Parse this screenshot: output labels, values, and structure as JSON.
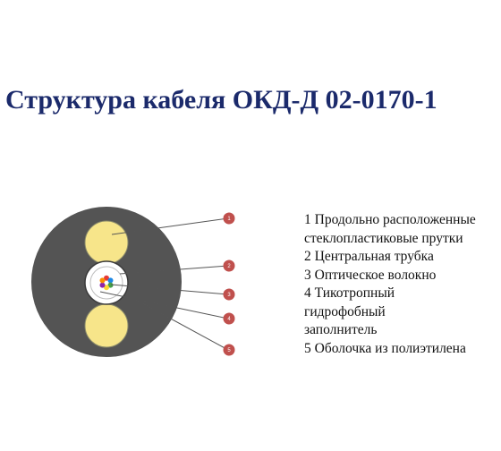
{
  "title": "Структура кабеля ОКД-Д 02-0170-1",
  "callouts": [
    "1",
    "2",
    "3",
    "4",
    "5"
  ],
  "legend": [
    "1 Продольно расположенные",
    "стеклопластиковые прутки",
    "2 Центральная трубка",
    "3 Оптическое волокно",
    "4 Тикотропный",
    "гидрофобный",
    "заполнитель",
    "5 Оболочка из полиэтилена"
  ],
  "colors": {
    "title": "#1b2a6b",
    "sheath": "#545454",
    "rods": "#f7e58a",
    "callout": "#c0504d",
    "fibers": [
      "#e53935",
      "#1e88e5",
      "#43a047",
      "#fdd835",
      "#8e24aa",
      "#fb8c00"
    ]
  }
}
